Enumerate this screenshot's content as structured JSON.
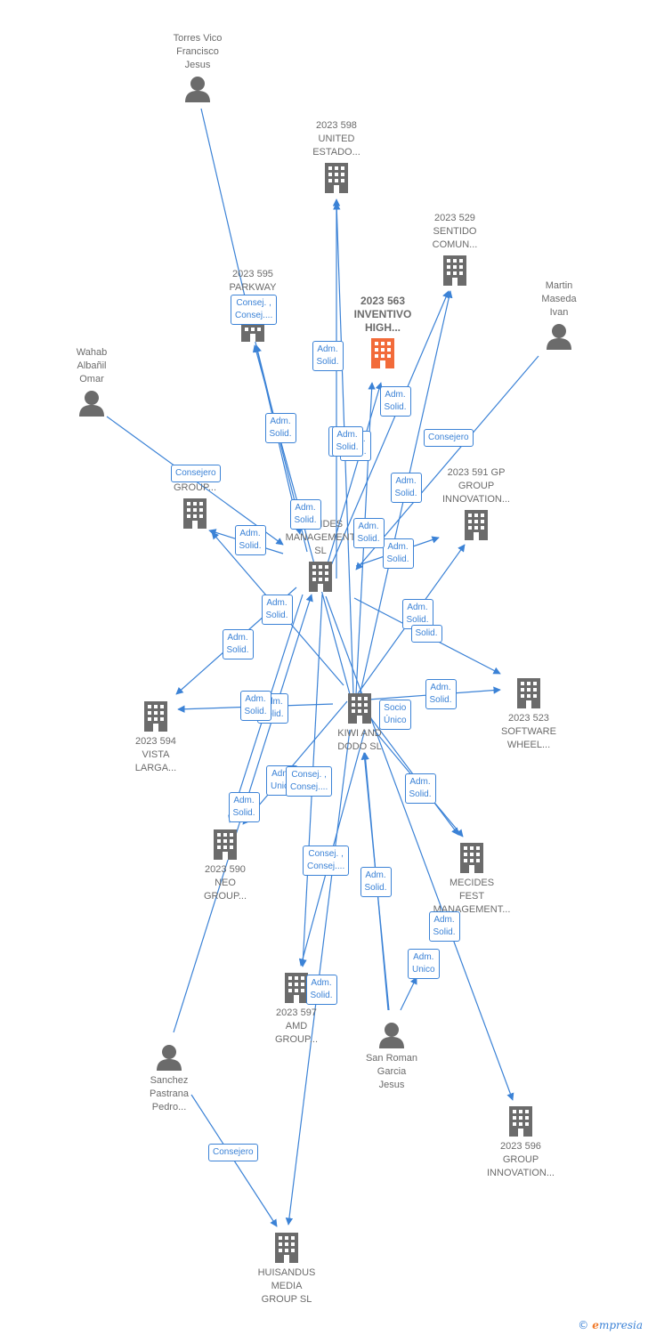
{
  "colors": {
    "edge": "#3b82d6",
    "company_icon": "#6b6b6b",
    "person_icon": "#6b6b6b",
    "main_company_icon": "#f26b3a"
  },
  "nodes": [
    {
      "id": "torres",
      "kind": "person",
      "label": "Torres Vico\nFrancisco\nJesus"
    },
    {
      "id": "united",
      "kind": "company",
      "label": "2023 598\nUNITED\nESTADO..."
    },
    {
      "id": "sentido",
      "kind": "company",
      "label": "2023 529\nSENTIDO\nCOMUN..."
    },
    {
      "id": "parkway",
      "kind": "company",
      "label": "2023 595\nPARKWAY\nGROUP..."
    },
    {
      "id": "inventivo",
      "kind": "main",
      "label": "2023 563\nINVENTIVO\nHIGH..."
    },
    {
      "id": "martin",
      "kind": "person",
      "label": "Martin\nMaseda\nIvan"
    },
    {
      "id": "wahab",
      "kind": "person",
      "label": "Wahab\nAlbañil\nOmar"
    },
    {
      "id": "g592",
      "kind": "company",
      "label": "2023 592\nGROUP..."
    },
    {
      "id": "mecidesmgmt",
      "kind": "company",
      "label": "MECIDES\nMANAGEMENT\nSL"
    },
    {
      "id": "g591",
      "kind": "company",
      "label": "2023 591 GP\nGROUP\nINNOVATION..."
    },
    {
      "id": "kiwi",
      "kind": "company",
      "label": "KIWI AND\nDODO  SL"
    },
    {
      "id": "g594",
      "kind": "company",
      "label": "2023 594\nVISTA\nLARGA..."
    },
    {
      "id": "g523",
      "kind": "company",
      "label": "2023 523\nSOFTWARE\nWHEEL..."
    },
    {
      "id": "g590",
      "kind": "company",
      "label": "2023 590\nNEO\nGROUP..."
    },
    {
      "id": "mecidesfest",
      "kind": "company",
      "label": "MECIDES\nFEST\nMANAGEMENT..."
    },
    {
      "id": "g597",
      "kind": "company",
      "label": "2023 597\nAMD\nGROUP..."
    },
    {
      "id": "sanroman",
      "kind": "person",
      "label": "San Roman\nGarcia\nJesus"
    },
    {
      "id": "sanchez",
      "kind": "person",
      "label": "Sanchez\nPastrana\nPedro..."
    },
    {
      "id": "g596",
      "kind": "company",
      "label": "2023 596\nGROUP\nINNOVATION..."
    },
    {
      "id": "huisandus",
      "kind": "company",
      "label": "HUISANDUS\nMEDIA\nGROUP  SL"
    }
  ],
  "edges": [
    {
      "from": "torres",
      "to": "mecidesmgmt",
      "label": "Consej. ,\nConsej...."
    },
    {
      "from": "mecidesmgmt",
      "to": "united",
      "label": "Adm.\nSolid."
    },
    {
      "from": "mecidesmgmt",
      "to": "sentido",
      "label": "Adm.\nSolid."
    },
    {
      "from": "mecidesmgmt",
      "to": "parkway",
      "label": "Adm.\nSolid."
    },
    {
      "from": "mecidesmgmt",
      "to": "inventivo",
      "label": "Adm.\nSolid."
    },
    {
      "from": "kiwi",
      "to": "inventivo",
      "label": "Adm.\nSolid."
    },
    {
      "from": "martin",
      "to": "mecidesmgmt",
      "label": "Consejero"
    },
    {
      "from": "wahab",
      "to": "mecidesmgmt",
      "label": "Consejero"
    },
    {
      "from": "mecidesmgmt",
      "to": "g592",
      "label": "Adm.\nSolid."
    },
    {
      "from": "kiwi",
      "to": "sentido",
      "label": "Adm.\nSolid."
    },
    {
      "from": "mecidesmgmt",
      "to": "g591",
      "label": "Adm.\nSolid."
    },
    {
      "from": "kiwi",
      "to": "united",
      "label": "Adm.\nSolid."
    },
    {
      "from": "kiwi",
      "to": "parkway",
      "label": "Adm.\nSolid."
    },
    {
      "from": "mecidesmgmt",
      "to": "g594",
      "label": "Adm.\nSolid."
    },
    {
      "from": "kiwi",
      "to": "g592",
      "label": "Adm.\nSolid."
    },
    {
      "from": "kiwi",
      "to": "g591",
      "label": "Adm.\nSolid."
    },
    {
      "from": "mecidesmgmt",
      "to": "g523",
      "label": "Solid."
    },
    {
      "from": "kiwi",
      "to": "g523",
      "label": "Adm.\nSolid."
    },
    {
      "from": "kiwi",
      "to": "g594",
      "label": "Adm.\nSolid."
    },
    {
      "from": "mecidesmgmt",
      "to": "g594",
      "label": "Adm.\nSolid."
    },
    {
      "from": "kiwi",
      "to": "g590",
      "label": "Adm.\nSolid."
    },
    {
      "from": "sanchez",
      "to": "mecidesmgmt",
      "label": "Consejero"
    },
    {
      "from": "mecidesmgmt",
      "to": "g590",
      "label": "Adm.\nSolid."
    },
    {
      "from": "kiwi",
      "to": "mecidesfest",
      "label": "Adm.\nSolid."
    },
    {
      "from": "sanroman",
      "to": "kiwi",
      "label": "Consej. ,\nConsej...."
    },
    {
      "from": "kiwi",
      "to": "g597",
      "label": "Adm.\nSolid."
    },
    {
      "from": "sanroman",
      "to": "kiwi",
      "label": "Adm.\nUnico"
    },
    {
      "from": "mecidesmgmt",
      "to": "g596",
      "label": "Adm.\nSolid."
    },
    {
      "from": "sanroman",
      "to": "mecidesfest",
      "label": "Adm.\nUnico"
    },
    {
      "from": "mecidesmgmt",
      "to": "g597",
      "label": "Consej. ,\nConsej...."
    },
    {
      "from": "kiwi",
      "to": "mecidesfest",
      "label": "Socio\nÚnico"
    },
    {
      "from": "sanchez",
      "to": "huisandus",
      "label": "Consejero"
    },
    {
      "from": "kiwi",
      "to": "huisandus",
      "label": "Adm.\nSolid."
    }
  ],
  "footer": {
    "copyright": "©",
    "brand_initial": "e",
    "brand_rest": "mpresia"
  }
}
